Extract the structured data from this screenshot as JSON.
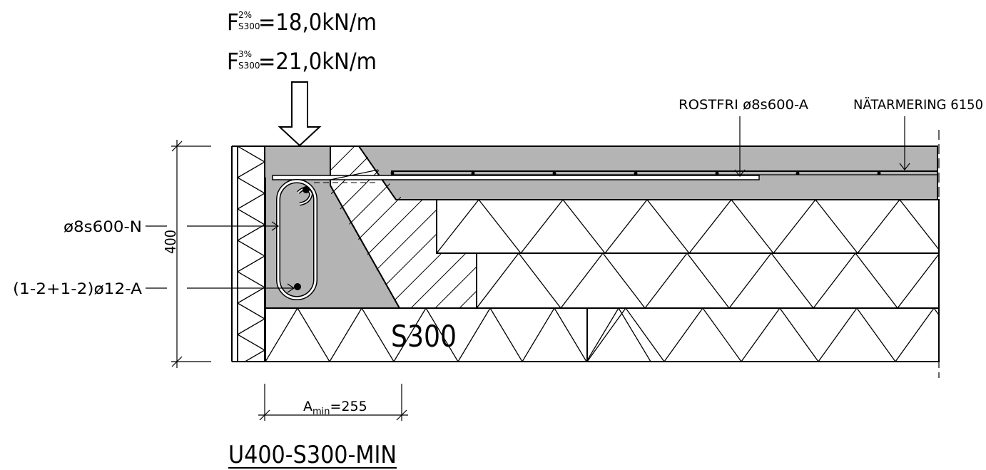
{
  "load": {
    "line1_sup": "2%",
    "line1_sub": "S300",
    "line1_value": "=18,0kN/m",
    "line2_sup": "3%",
    "line2_sub": "S300",
    "line2_value": "=21,0kN/m",
    "symbol": "F"
  },
  "labels": {
    "rostfri": "ROSTFRI ø8s600-A",
    "natarmering": "NÄTARMERING 6150",
    "stirrup": "ø8s600-N",
    "bars": "(1-2+1-2)ø12-A",
    "height": "400",
    "insulation": "S300",
    "amin_main": "A",
    "amin_sub": "min",
    "amin_value": "=255",
    "title": "U400-S300-MIN"
  },
  "colors": {
    "concrete": "#b4b4b4",
    "line": "#000000",
    "background": "#ffffff"
  }
}
